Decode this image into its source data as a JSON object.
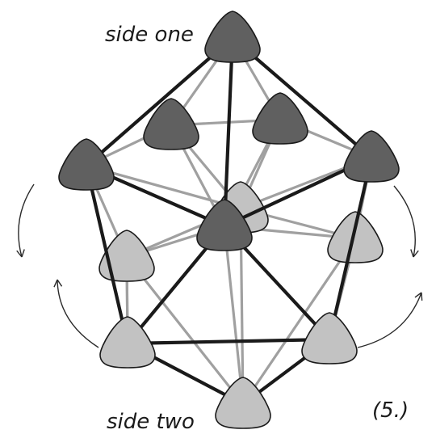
{
  "labels": {
    "side_one": "side one",
    "side_two": "side two",
    "step_number": "(5.)"
  },
  "colors": {
    "dark_node_fill": "#606060",
    "light_node_fill": "#c2c2c2",
    "node_outline": "#1a1a1a",
    "front_edge": "#1a1a1a",
    "back_edge": "#a0a0a0",
    "rotation_arrow": "#2a2a2a",
    "background": "#ffffff"
  },
  "diagram": {
    "node_groups": [
      "side one",
      "side two"
    ],
    "rotation_arrows": [
      "left-down",
      "left-up",
      "right-down",
      "right-up"
    ]
  }
}
